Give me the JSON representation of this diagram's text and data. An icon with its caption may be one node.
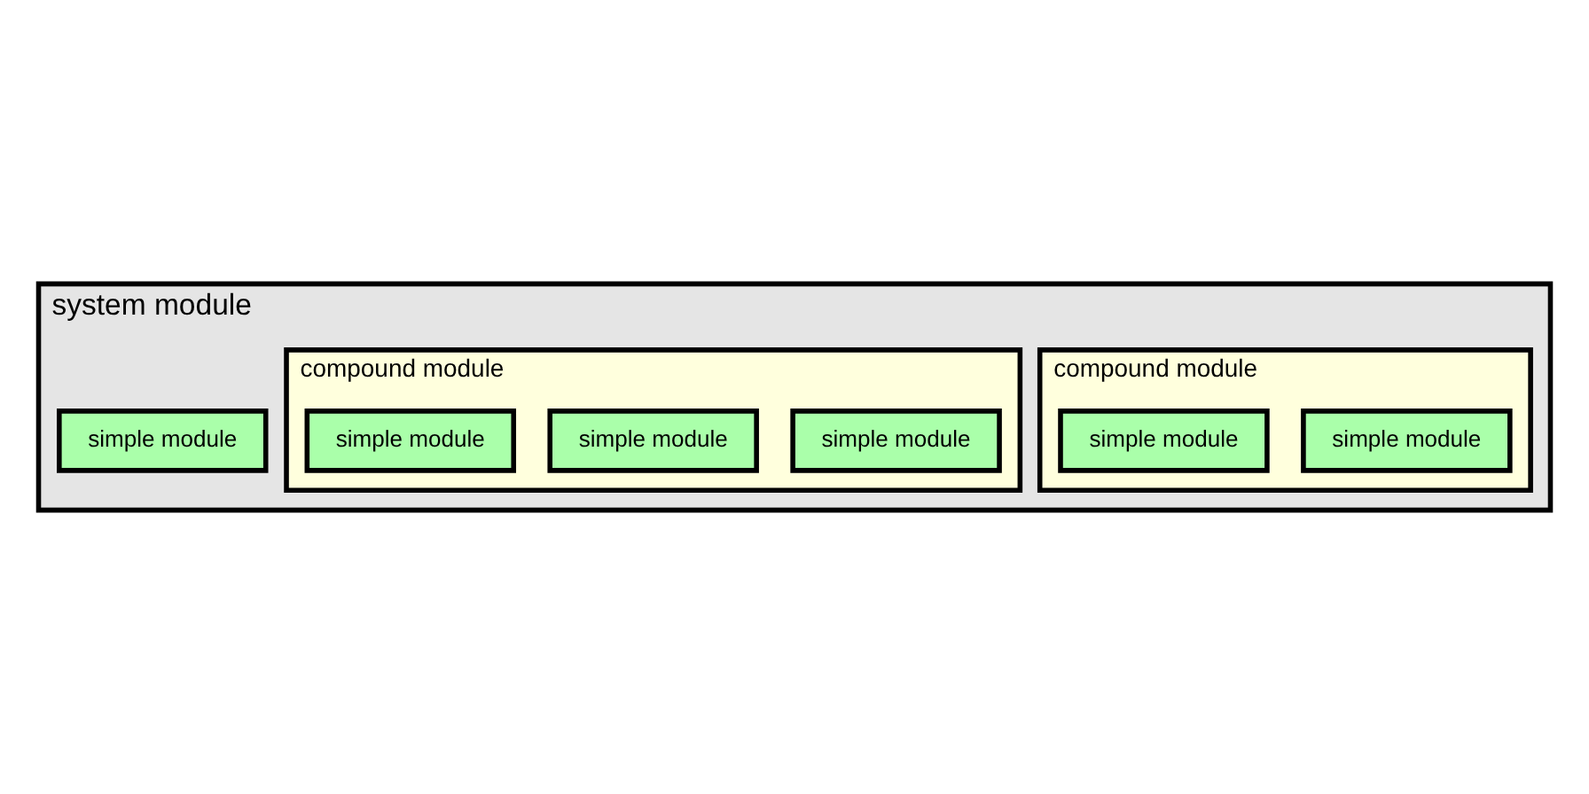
{
  "diagram": {
    "nodes": [
      {
        "text": [
          "system module"
        ]
      },
      {
        "text": [
          "compound module"
        ],
        "in": 0
      },
      {
        "text": [
          "simple module"
        ],
        "in": 1
      },
      {
        "text": [
          "simple module"
        ],
        "in": 1
      },
      {
        "text": [
          "simple module"
        ],
        "in": 0
      },
      {
        "text": [
          "compound module"
        ],
        "in": 0
      },
      {
        "text": [
          "simple module"
        ],
        "in": 5
      },
      {
        "text": [
          "simple module"
        ],
        "in": 5
      },
      {
        "text": [
          "simple module"
        ],
        "in": 5
      }
    ]
  }
}
